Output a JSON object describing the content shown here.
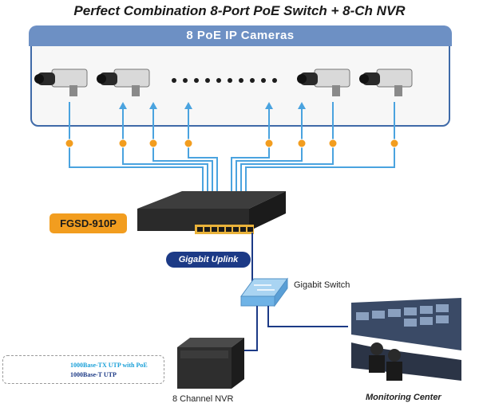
{
  "title": "Perfect Combination 8-Port PoE Switch + 8-Ch NVR",
  "camera_panel": {
    "header": "8 PoE IP Cameras"
  },
  "switch": {
    "model": "FGSD-910P"
  },
  "uplink": {
    "label": "Gigabit Uplink"
  },
  "gigabit_switch": {
    "label": "Gigabit Switch"
  },
  "nvr": {
    "label": "8 Channel NVR"
  },
  "monitoring": {
    "label": "Monitoring Center"
  },
  "legend": {
    "items": [
      {
        "label": "1000Base-TX UTP with PoE",
        "color": "#1aa0d8"
      },
      {
        "label": "1000Base-T UTP",
        "color": "#1c3a86"
      }
    ]
  },
  "colors": {
    "poe_line": "#4aa3df",
    "uplink_line": "#1c3a86",
    "poe_badge": "#f29d1f"
  }
}
